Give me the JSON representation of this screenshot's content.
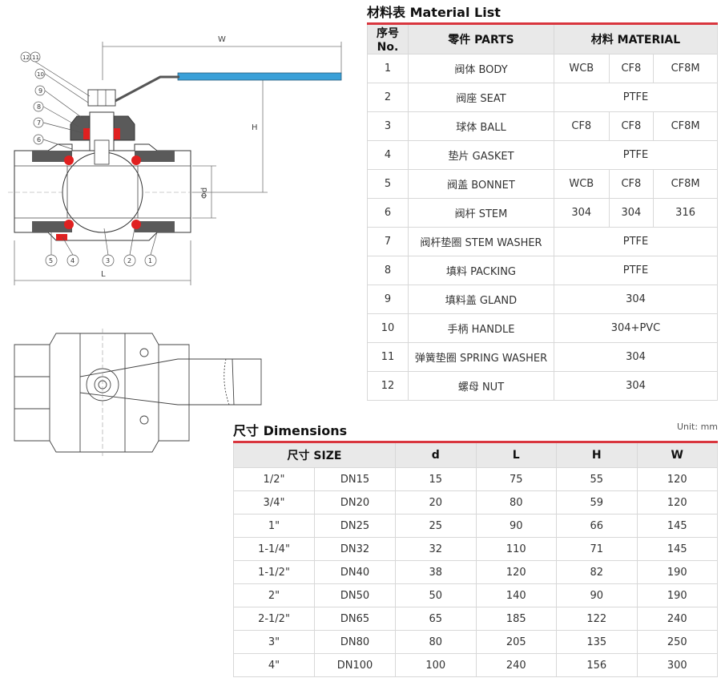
{
  "material": {
    "title": "材料表 Material List",
    "headers": {
      "no": "序号No.",
      "parts": "零件 PARTS",
      "material": "材料 MATERIAL"
    },
    "rows": [
      {
        "no": "1",
        "part": "阀体 BODY",
        "m": [
          "WCB",
          "CF8",
          "CF8M"
        ]
      },
      {
        "no": "2",
        "part": "阀座 SEAT",
        "m": [
          "PTFE"
        ]
      },
      {
        "no": "3",
        "part": "球体 BALL",
        "m": [
          "CF8",
          "CF8",
          "CF8M"
        ]
      },
      {
        "no": "4",
        "part": "垫片 GASKET",
        "m": [
          "PTFE"
        ]
      },
      {
        "no": "5",
        "part": "阀盖 BONNET",
        "m": [
          "WCB",
          "CF8",
          "CF8M"
        ]
      },
      {
        "no": "6",
        "part": "阀杆 STEM",
        "m": [
          "304",
          "304",
          "316"
        ]
      },
      {
        "no": "7",
        "part": "阀杆垫圈 STEM WASHER",
        "m": [
          "PTFE"
        ]
      },
      {
        "no": "8",
        "part": "填料 PACKING",
        "m": [
          "PTFE"
        ]
      },
      {
        "no": "9",
        "part": "填料盖 GLAND",
        "m": [
          "304"
        ]
      },
      {
        "no": "10",
        "part": "手柄 HANDLE",
        "m": [
          "304+PVC"
        ]
      },
      {
        "no": "11",
        "part": "弹簧垫圈 SPRING WASHER",
        "m": [
          "304"
        ]
      },
      {
        "no": "12",
        "part": "螺母 NUT",
        "m": [
          "304"
        ]
      }
    ]
  },
  "dimensions": {
    "title": "尺寸 Dimensions",
    "unit": "Unit: mm",
    "headers": {
      "size": "尺寸 SIZE",
      "d": "d",
      "L": "L",
      "H": "H",
      "W": "W"
    },
    "rows": [
      {
        "inch": "1/2\"",
        "dn": "DN15",
        "d": "15",
        "L": "75",
        "H": "55",
        "W": "120"
      },
      {
        "inch": "3/4\"",
        "dn": "DN20",
        "d": "20",
        "L": "80",
        "H": "59",
        "W": "120"
      },
      {
        "inch": "1\"",
        "dn": "DN25",
        "d": "25",
        "L": "90",
        "H": "66",
        "W": "145"
      },
      {
        "inch": "1-1/4\"",
        "dn": "DN32",
        "d": "32",
        "L": "110",
        "H": "71",
        "W": "145"
      },
      {
        "inch": "1-1/2\"",
        "dn": "DN40",
        "d": "38",
        "L": "120",
        "H": "82",
        "W": "190"
      },
      {
        "inch": "2\"",
        "dn": "DN50",
        "d": "50",
        "L": "140",
        "H": "90",
        "W": "190"
      },
      {
        "inch": "2-1/2\"",
        "dn": "DN65",
        "d": "65",
        "L": "185",
        "H": "122",
        "W": "240"
      },
      {
        "inch": "3\"",
        "dn": "DN80",
        "d": "80",
        "L": "205",
        "H": "135",
        "W": "250"
      },
      {
        "inch": "4\"",
        "dn": "DN100",
        "d": "100",
        "L": "240",
        "H": "156",
        "W": "300"
      }
    ]
  },
  "drawing": {
    "dim_labels": {
      "w": "W",
      "h": "H",
      "d": "Φd",
      "l": "L"
    },
    "callouts": [
      "12",
      "11",
      "10",
      "9",
      "8",
      "7",
      "6",
      "5",
      "4",
      "3",
      "2",
      "1"
    ],
    "colors": {
      "body": "#555555",
      "seat": "#e02020",
      "handle": "#3aa0d8"
    }
  }
}
